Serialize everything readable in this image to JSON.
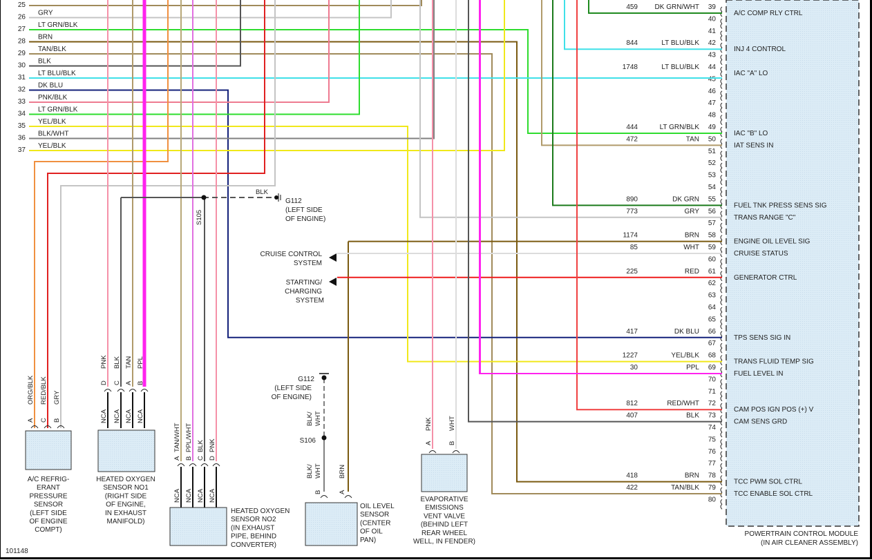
{
  "diagram_id": "101148",
  "colors": {
    "GRY": "#c4c4c4",
    "LT GRN/BLK": "#2edc2e",
    "BRN": "#7a5a10",
    "TAN/BLK": "#a08a5a",
    "BLK": "#555555",
    "LT BLU/BLK": "#3fe0e8",
    "DK BLU": "#13217a",
    "PNK/BLK": "#ee7a90",
    "YEL/BLK": "#f0e81a",
    "BLK/WHT": "#808080",
    "DK GRN/WHT": "#1f8a1f",
    "DK GRN": "#1a7a1a",
    "TAN": "#b09a6a",
    "WHT": "#dcdcdc",
    "RED": "#ee1c1c",
    "PPL": "#ff22ee",
    "RED/WHT": "#f04040",
    "PNK": "#f590a8",
    "ORG/BLK": "#f09040",
    "RED/BLK": "#e02020",
    "TAN/WHT": "#b8a878",
    "PPL/WHT": "#e070e0",
    "module_fill": "#dcecf6"
  },
  "left_connector": {
    "pins": [
      {
        "num": "25",
        "color": ""
      },
      {
        "num": "26",
        "color": "GRY"
      },
      {
        "num": "27",
        "color": "LT GRN/BLK"
      },
      {
        "num": "28",
        "color": "BRN"
      },
      {
        "num": "29",
        "color": "TAN/BLK"
      },
      {
        "num": "30",
        "color": "BLK"
      },
      {
        "num": "31",
        "color": "LT BLU/BLK"
      },
      {
        "num": "32",
        "color": "DK BLU"
      },
      {
        "num": "33",
        "color": "PNK/BLK"
      },
      {
        "num": "34",
        "color": "LT GRN/BLK"
      },
      {
        "num": "35",
        "color": "YEL/BLK"
      },
      {
        "num": "36",
        "color": "BLK/WHT"
      },
      {
        "num": "37",
        "color": "YEL/BLK"
      }
    ]
  },
  "pcm": {
    "title_line1": "POWERTRAIN CONTROL MODULE",
    "title_line2": "(IN AIR CLEANER ASSEMBLY)",
    "pins": [
      {
        "num": "39",
        "circuit": "459",
        "color": "DK GRN/WHT",
        "function": "A/C COMP RLY CTRL"
      },
      {
        "num": "40",
        "circuit": "",
        "color": "",
        "function": ""
      },
      {
        "num": "41",
        "circuit": "",
        "color": "",
        "function": ""
      },
      {
        "num": "42",
        "circuit": "844",
        "color": "LT BLU/BLK",
        "function": "INJ 4 CONTROL"
      },
      {
        "num": "43",
        "circuit": "",
        "color": "",
        "function": ""
      },
      {
        "num": "44",
        "circuit": "1748",
        "color": "LT BLU/BLK",
        "function": "IAC \"A\" LO"
      },
      {
        "num": "45",
        "circuit": "",
        "color": "",
        "function": ""
      },
      {
        "num": "46",
        "circuit": "",
        "color": "",
        "function": ""
      },
      {
        "num": "47",
        "circuit": "",
        "color": "",
        "function": ""
      },
      {
        "num": "48",
        "circuit": "",
        "color": "",
        "function": ""
      },
      {
        "num": "49",
        "circuit": "444",
        "color": "LT GRN/BLK",
        "function": "IAC \"B\" LO"
      },
      {
        "num": "50",
        "circuit": "472",
        "color": "TAN",
        "function": "IAT SENS IN"
      },
      {
        "num": "51",
        "circuit": "",
        "color": "",
        "function": ""
      },
      {
        "num": "52",
        "circuit": "",
        "color": "",
        "function": ""
      },
      {
        "num": "53",
        "circuit": "",
        "color": "",
        "function": ""
      },
      {
        "num": "54",
        "circuit": "",
        "color": "",
        "function": ""
      },
      {
        "num": "55",
        "circuit": "890",
        "color": "DK GRN",
        "function": "FUEL TNK PRESS SENS SIG"
      },
      {
        "num": "56",
        "circuit": "773",
        "color": "GRY",
        "function": "TRANS RANGE \"C\""
      },
      {
        "num": "57",
        "circuit": "",
        "color": "",
        "function": ""
      },
      {
        "num": "58",
        "circuit": "1174",
        "color": "BRN",
        "function": "ENGINE OIL LEVEL SIG"
      },
      {
        "num": "59",
        "circuit": "85",
        "color": "WHT",
        "function": "CRUISE STATUS"
      },
      {
        "num": "60",
        "circuit": "",
        "color": "",
        "function": ""
      },
      {
        "num": "61",
        "circuit": "225",
        "color": "RED",
        "function": "GENERATOR CTRL"
      },
      {
        "num": "62",
        "circuit": "",
        "color": "",
        "function": ""
      },
      {
        "num": "63",
        "circuit": "",
        "color": "",
        "function": ""
      },
      {
        "num": "64",
        "circuit": "",
        "color": "",
        "function": ""
      },
      {
        "num": "65",
        "circuit": "",
        "color": "",
        "function": ""
      },
      {
        "num": "66",
        "circuit": "417",
        "color": "DK BLU",
        "function": "TPS SENS SIG IN"
      },
      {
        "num": "67",
        "circuit": "",
        "color": "",
        "function": ""
      },
      {
        "num": "68",
        "circuit": "1227",
        "color": "YEL/BLK",
        "function": "TRANS FLUID TEMP SIG"
      },
      {
        "num": "69",
        "circuit": "30",
        "color": "PPL",
        "function": "FUEL LEVEL IN"
      },
      {
        "num": "70",
        "circuit": "",
        "color": "",
        "function": ""
      },
      {
        "num": "71",
        "circuit": "",
        "color": "",
        "function": ""
      },
      {
        "num": "72",
        "circuit": "812",
        "color": "RED/WHT",
        "function": "CAM POS IGN POS (+) V"
      },
      {
        "num": "73",
        "circuit": "407",
        "color": "BLK",
        "function": "CAM SENS GRD"
      },
      {
        "num": "74",
        "circuit": "",
        "color": "",
        "function": ""
      },
      {
        "num": "75",
        "circuit": "",
        "color": "",
        "function": ""
      },
      {
        "num": "76",
        "circuit": "",
        "color": "",
        "function": ""
      },
      {
        "num": "77",
        "circuit": "",
        "color": "",
        "function": ""
      },
      {
        "num": "78",
        "circuit": "418",
        "color": "BRN",
        "function": "TCC PWM SOL CTRL"
      },
      {
        "num": "79",
        "circuit": "422",
        "color": "TAN/BLK",
        "function": "TCC ENABLE SOL CTRL"
      },
      {
        "num": "80",
        "circuit": "",
        "color": "",
        "function": ""
      }
    ]
  },
  "ground_g112_top": {
    "wire_label": "BLK",
    "splice": "S105",
    "name": "G112",
    "loc1": "(LEFT SIDE",
    "loc2": "OF ENGINE)"
  },
  "external_systems": [
    {
      "lines": [
        "CRUISE CONTROL",
        "SYSTEM"
      ]
    },
    {
      "lines": [
        "STARTING/",
        "CHARGING",
        "SYSTEM"
      ]
    }
  ],
  "components": {
    "ac_sensor": {
      "wires": [
        {
          "pin": "A",
          "color": "ORG/BLK"
        },
        {
          "pin": "C",
          "color": "RED/BLK"
        },
        {
          "pin": "B",
          "color": "GRY"
        }
      ],
      "label": [
        "A/C REFRIG-",
        "ERANT",
        "PRESSURE",
        "SENSOR",
        "(LEFT SIDE",
        "OF ENGINE",
        "COMPT)"
      ]
    },
    "o2_sensor_1": {
      "wires": [
        {
          "pin": "D",
          "color": "PNK",
          "nca": "NCA"
        },
        {
          "pin": "C",
          "color": "BLK",
          "nca": "NCA"
        },
        {
          "pin": "A",
          "color": "TAN",
          "nca": "NCA"
        },
        {
          "pin": "B",
          "color": "PPL",
          "nca": "NCA"
        }
      ],
      "label": [
        "HEATED OXYGEN",
        "SENSOR NO1",
        "(RIGHT SIDE",
        "OF ENGINE,",
        "IN EXHAUST",
        "MANIFOLD)"
      ]
    },
    "o2_sensor_2": {
      "wires": [
        {
          "pin": "A",
          "color": "TAN/WHT",
          "nca": "NCA"
        },
        {
          "pin": "B",
          "color": "PPL/WHT",
          "nca": "NCA"
        },
        {
          "pin": "C",
          "color": "BLK",
          "nca": "NCA"
        },
        {
          "pin": "D",
          "color": "PNK",
          "nca": "NCA"
        }
      ],
      "label": [
        "HEATED OXYGEN",
        "SENSOR NO2",
        "(IN EXHAUST",
        "PIPE, BEHIND",
        "CONVERTER)"
      ]
    },
    "oil_level_sensor": {
      "ground": "G112",
      "ground_loc": [
        "(LEFT SIDE",
        "OF ENGINE)"
      ],
      "upper_wire": [
        "BLK/",
        "WHT"
      ],
      "splice": "S106",
      "wires": [
        {
          "pin": "B",
          "color": [
            "BLK/",
            "WHT"
          ]
        },
        {
          "pin": "A",
          "color": [
            "BRN"
          ]
        }
      ],
      "label": [
        "OIL LEVEL",
        "SENSOR",
        "(CENTER",
        "OF OIL",
        "PAN)"
      ]
    },
    "evap_vent_valve": {
      "wires": [
        {
          "pin": "A",
          "color": "PNK"
        },
        {
          "pin": "B",
          "color": "WHT"
        }
      ],
      "label": [
        "EVAPORATIVE",
        "EMISSIONS",
        "VENT VALVE",
        "(BEHIND LEFT",
        "REAR WHEEL",
        "WELL, IN FENDER)"
      ]
    }
  }
}
